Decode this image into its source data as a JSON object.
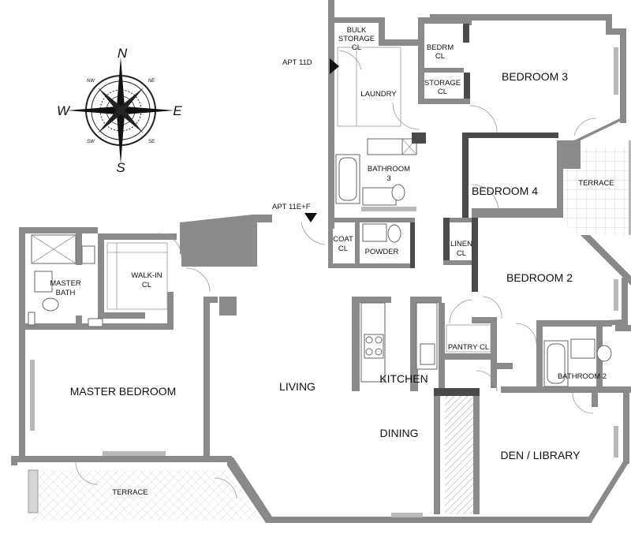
{
  "compass": {
    "north": "N",
    "south": "S",
    "east": "E",
    "west": "W",
    "nw": "NW",
    "ne": "NE",
    "sw": "SW",
    "se": "SE"
  },
  "entrances": {
    "apt_11d": "APT 11D",
    "apt_11ef": "APT 11E+F"
  },
  "rooms": {
    "bulk_storage": [
      "BULK",
      "STORAGE",
      "CL"
    ],
    "bedrm_cl": [
      "BEDRM",
      "CL"
    ],
    "storage_cl": [
      "STORAGE",
      "CL"
    ],
    "bedroom_3": "BEDROOM 3",
    "laundry": "LAUNDRY",
    "bathroom_3": [
      "BATHROOM",
      "3"
    ],
    "bedroom_4": "BEDROOM 4",
    "terrace_east": "TERRACE",
    "coat_cl": [
      "COAT",
      "CL"
    ],
    "powder": "POWDER",
    "linen_cl": [
      "LINEN",
      "CL"
    ],
    "master_bath": [
      "MASTER",
      "BATH"
    ],
    "walkin_cl": [
      "WALK-IN",
      "CL"
    ],
    "bedroom_2": "BEDROOM 2",
    "pantry_cl": "PANTRY CL",
    "kitchen": "KITCHEN",
    "bathroom_2": "BATHROOM 2",
    "master_bedroom": "MASTER BEDROOM",
    "living": "LIVING",
    "dining": "DINING",
    "den_library": "DEN / LIBRARY",
    "terrace_south": "TERRACE"
  }
}
